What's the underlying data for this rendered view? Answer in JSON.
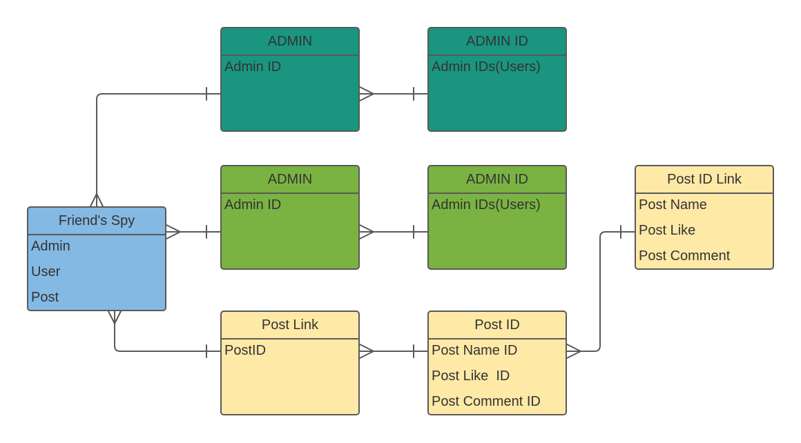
{
  "entities": {
    "admin_teal": {
      "title": "ADMIN",
      "fields": [
        "Admin ID"
      ]
    },
    "admin_id_teal": {
      "title": "ADMIN ID",
      "fields": [
        "Admin IDs(Users)"
      ]
    },
    "admin_green": {
      "title": "ADMIN",
      "fields": [
        "Admin ID"
      ]
    },
    "admin_id_green": {
      "title": "ADMIN ID",
      "fields": [
        "Admin IDs(Users)"
      ]
    },
    "post_id_link": {
      "title": "Post ID Link",
      "fields": [
        "Post Name",
        "Post Like",
        "Post Comment"
      ]
    },
    "friends_spy": {
      "title": "Friend's Spy",
      "fields": [
        "Admin",
        "User",
        "Post"
      ]
    },
    "post_link": {
      "title": "Post Link",
      "fields": [
        "PostID"
      ]
    },
    "post_id": {
      "title": "Post ID",
      "fields": [
        "Post Name ID",
        "Post Like  ID",
        "Post Comment ID"
      ]
    }
  },
  "colors": {
    "teal": "#1a9580",
    "green": "#7ab342",
    "yellow": "#ffe9a6",
    "blue": "#84b9e3",
    "border": "#595959"
  }
}
